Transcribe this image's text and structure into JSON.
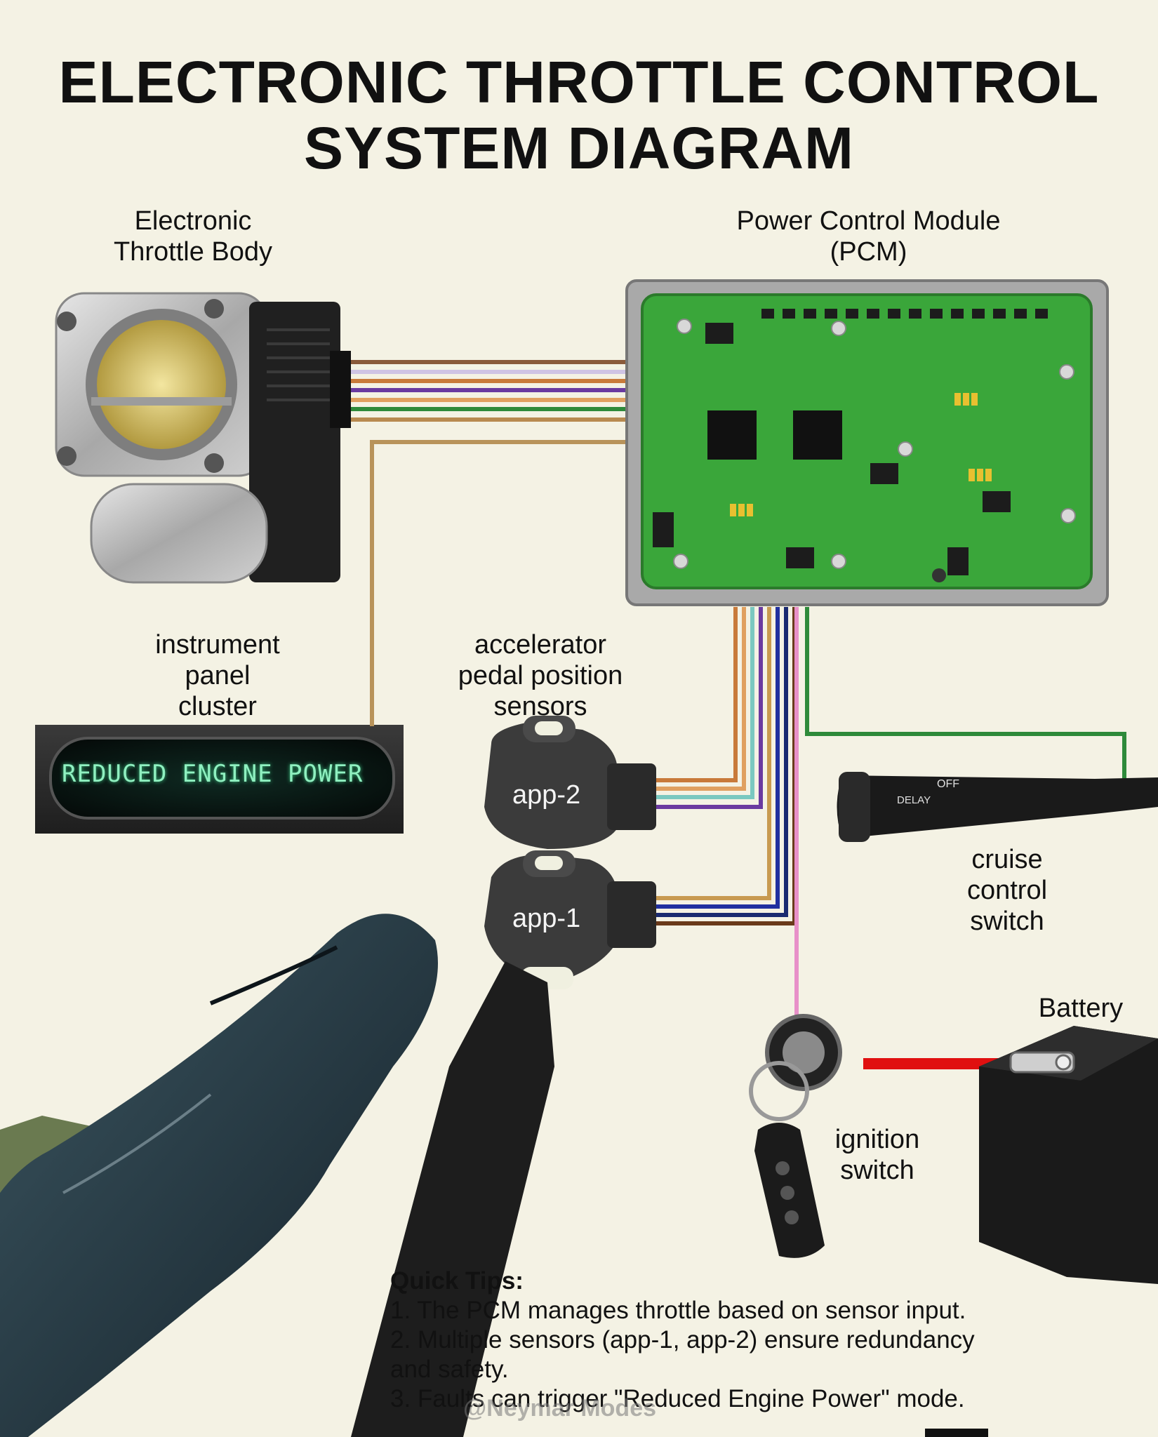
{
  "title_line1": "ELECTRONIC THROTTLE CONTROL",
  "title_line2": "SYSTEM DIAGRAM",
  "labels": {
    "throttle_body": [
      "Electronic",
      "Throttle Body"
    ],
    "pcm": [
      "Power Control Module",
      "(PCM)"
    ],
    "instrument_cluster": [
      "instrument",
      "panel",
      "cluster"
    ],
    "app_sensors": [
      "accelerator",
      "pedal position",
      "sensors"
    ],
    "cruise_switch": [
      "cruise",
      "control",
      "switch"
    ],
    "battery": "Battery",
    "ignition": [
      "ignition",
      "switch"
    ]
  },
  "cluster_display": "REDUCED ENGINE POWER",
  "sensors": {
    "app2": "app-2",
    "app1": "app-1"
  },
  "cruise_stalk_text": {
    "off": "OFF",
    "delay": "DELAY"
  },
  "tips": {
    "heading": "Quick Tips:",
    "items": [
      "1. The PCM manages throttle based on sensor input.",
      "2. Multiple sensors (app-1, app-2) ensure redundancy",
      "and safety.",
      "3. Faults can trigger \"Reduced Engine Power\" mode."
    ]
  },
  "watermark": "@Neymar Modes",
  "colors": {
    "background": "#f4f2e4",
    "pcm_board": "#3aa63a",
    "battery_cable": "#e01010",
    "ignition_wire": "#e890c8",
    "cruise_wire": "#2e8a3a",
    "wire_orange": "#c87a3a",
    "wire_purple": "#6a3aa0",
    "wire_teal": "#7ac8c0",
    "wire_blue": "#2030a0",
    "wire_brown": "#6a3a1a"
  }
}
